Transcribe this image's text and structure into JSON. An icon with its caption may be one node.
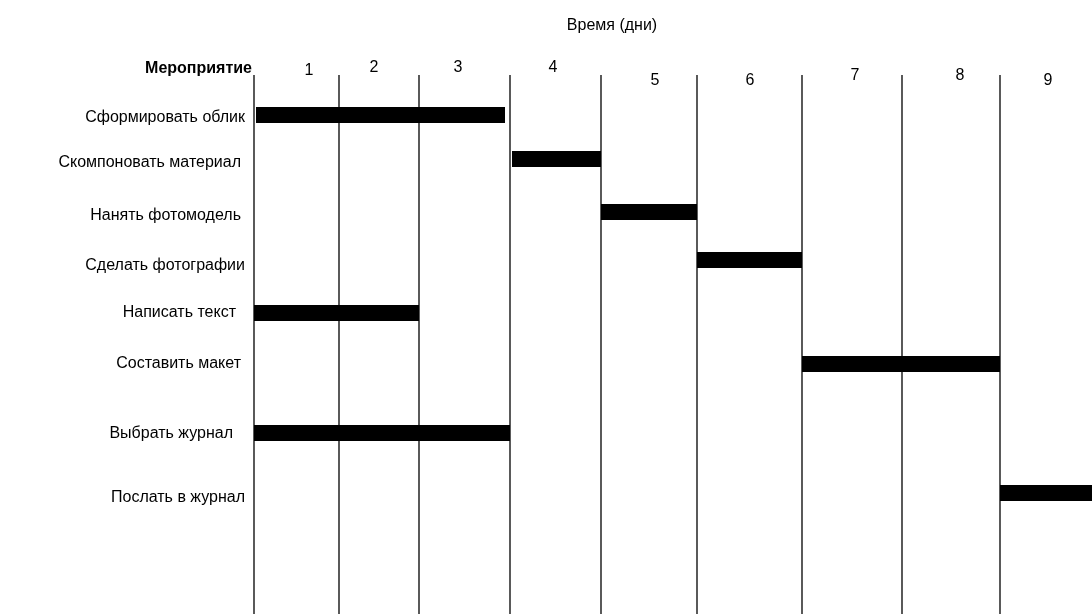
{
  "diagram": {
    "nodes": [
      {
        "text": [
          "Сформировать облик"
        ]
      },
      {
        "text": [
          "Скомпоновать материал"
        ]
      },
      {
        "text": [
          "Нанять фотомодель"
        ]
      },
      {
        "text": [
          "Сделать фотографии"
        ]
      },
      {
        "text": [
          "Написать текст"
        ]
      },
      {
        "text": [
          "Составить макет"
        ]
      },
      {
        "text": [
          "Выбрать журнал"
        ]
      },
      {
        "text": [
          "Послать в журнал"
        ]
      }
    ],
    "labels": [
      "Время (дни)",
      "Мероприятие",
      "1",
      "2",
      "3",
      "4",
      "5",
      "6",
      "7",
      "8",
      "9"
    ]
  }
}
